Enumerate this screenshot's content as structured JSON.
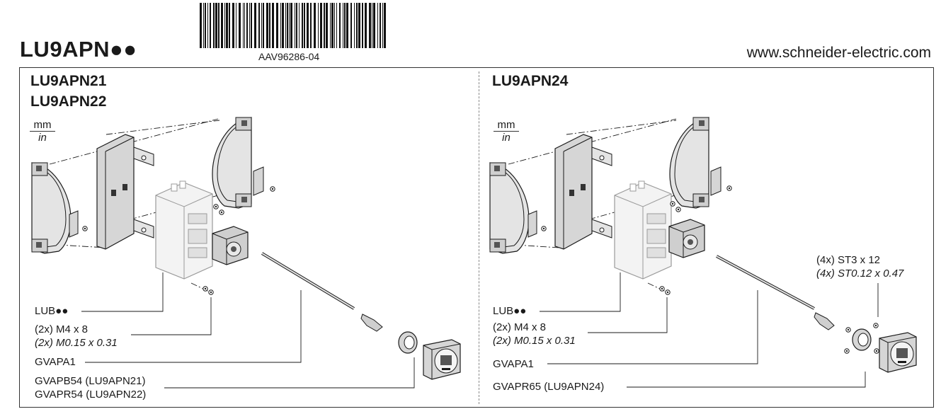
{
  "header": {
    "title": "LU9APN●●",
    "barcode_text": "AAV96286-04",
    "website": "www.schneider-electric.com"
  },
  "left_section": {
    "title_line1": "LU9APN21",
    "title_line2": "LU9APN22",
    "unit_mm": "mm",
    "unit_in": "in",
    "labels": {
      "lub": "LUB●●",
      "screw_metric": "(2x) M4 x 8",
      "screw_inch": "(2x) M0.15 x 0.31",
      "gvapa": "GVAPA1",
      "handle_1": "GVAPB54 (LU9APN21)",
      "handle_2": "GVAPR54 (LU9APN22)"
    }
  },
  "right_section": {
    "title": "LU9APN24",
    "unit_mm": "mm",
    "unit_in": "in",
    "labels": {
      "st_metric": "(4x) ST3 x 12",
      "st_inch": "(4x) ST0.12 x 0.47",
      "lub": "LUB●●",
      "screw_metric": "(2x) M4 x 8",
      "screw_inch": "(2x) M0.15 x 0.31",
      "gvapa": "GVAPA1",
      "handle": "GVAPR65 (LU9APN24)"
    }
  },
  "colors": {
    "line": "#1a1a1a",
    "part_fill": "#e4e4e4",
    "part_dark": "#9a9a9a"
  }
}
